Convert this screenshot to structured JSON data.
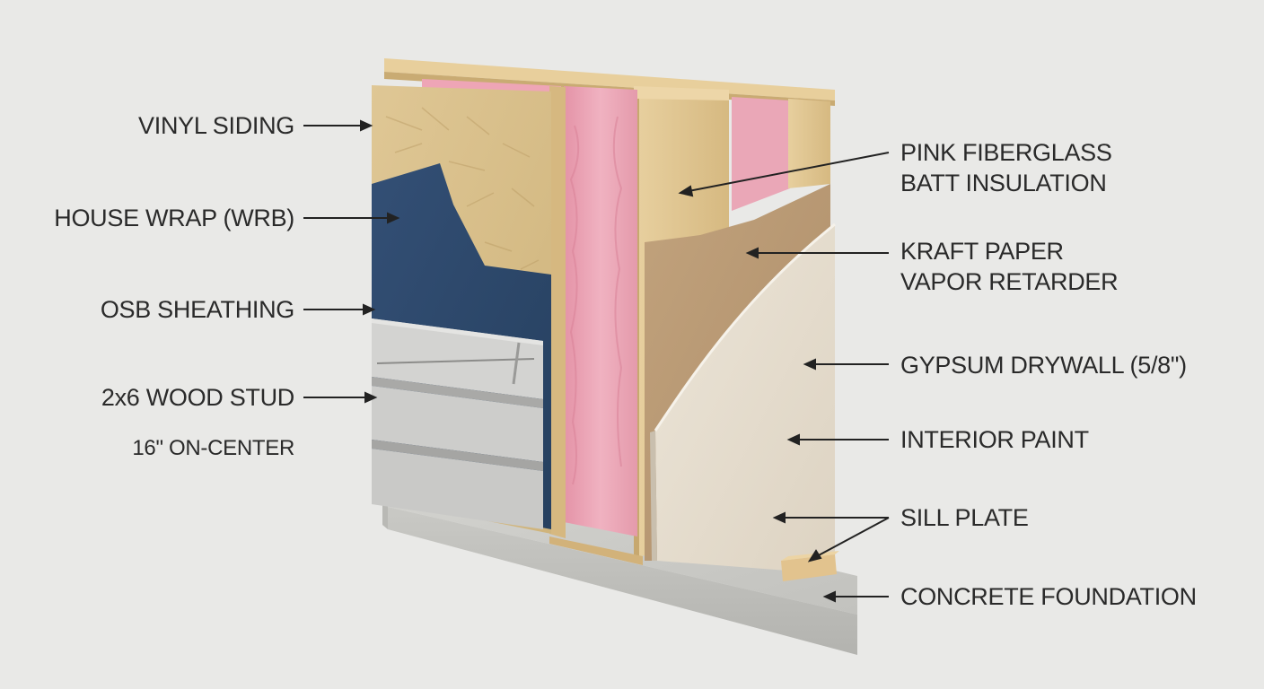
{
  "labels": {
    "vinyl_siding": "VINYL SIDING",
    "house_wrap": "HOUSE WRAP (WRB)",
    "osb_sheathing": "OSB SHEATHING",
    "wood_stud": "2x6 WOOD STUD",
    "stud_spacing": "16\" ON-CENTER",
    "insulation_line1": "PINK FIBERGLASS",
    "insulation_line2": "BATT INSULATION",
    "kraft_line1": "KRAFT PAPER",
    "kraft_line2": "VAPOR RETARDER",
    "drywall": "GYPSUM DRYWALL (5/8\")",
    "paint": "INTERIOR PAINT",
    "sill_plate": "SILL PLATE",
    "foundation": "CONCRETE FOUNDATION"
  },
  "colors": {
    "background": "#e9e9e7",
    "osb": "#d8bf8a",
    "house_wrap": "#2f4a6e",
    "vinyl_siding": "#c9c9c7",
    "insulation": "#eba5b6",
    "lumber": "#e3c995",
    "kraft_paper": "#b99a76",
    "drywall": "#e6ded0",
    "concrete": "#c4c4c0",
    "text": "#2a2a2a"
  }
}
